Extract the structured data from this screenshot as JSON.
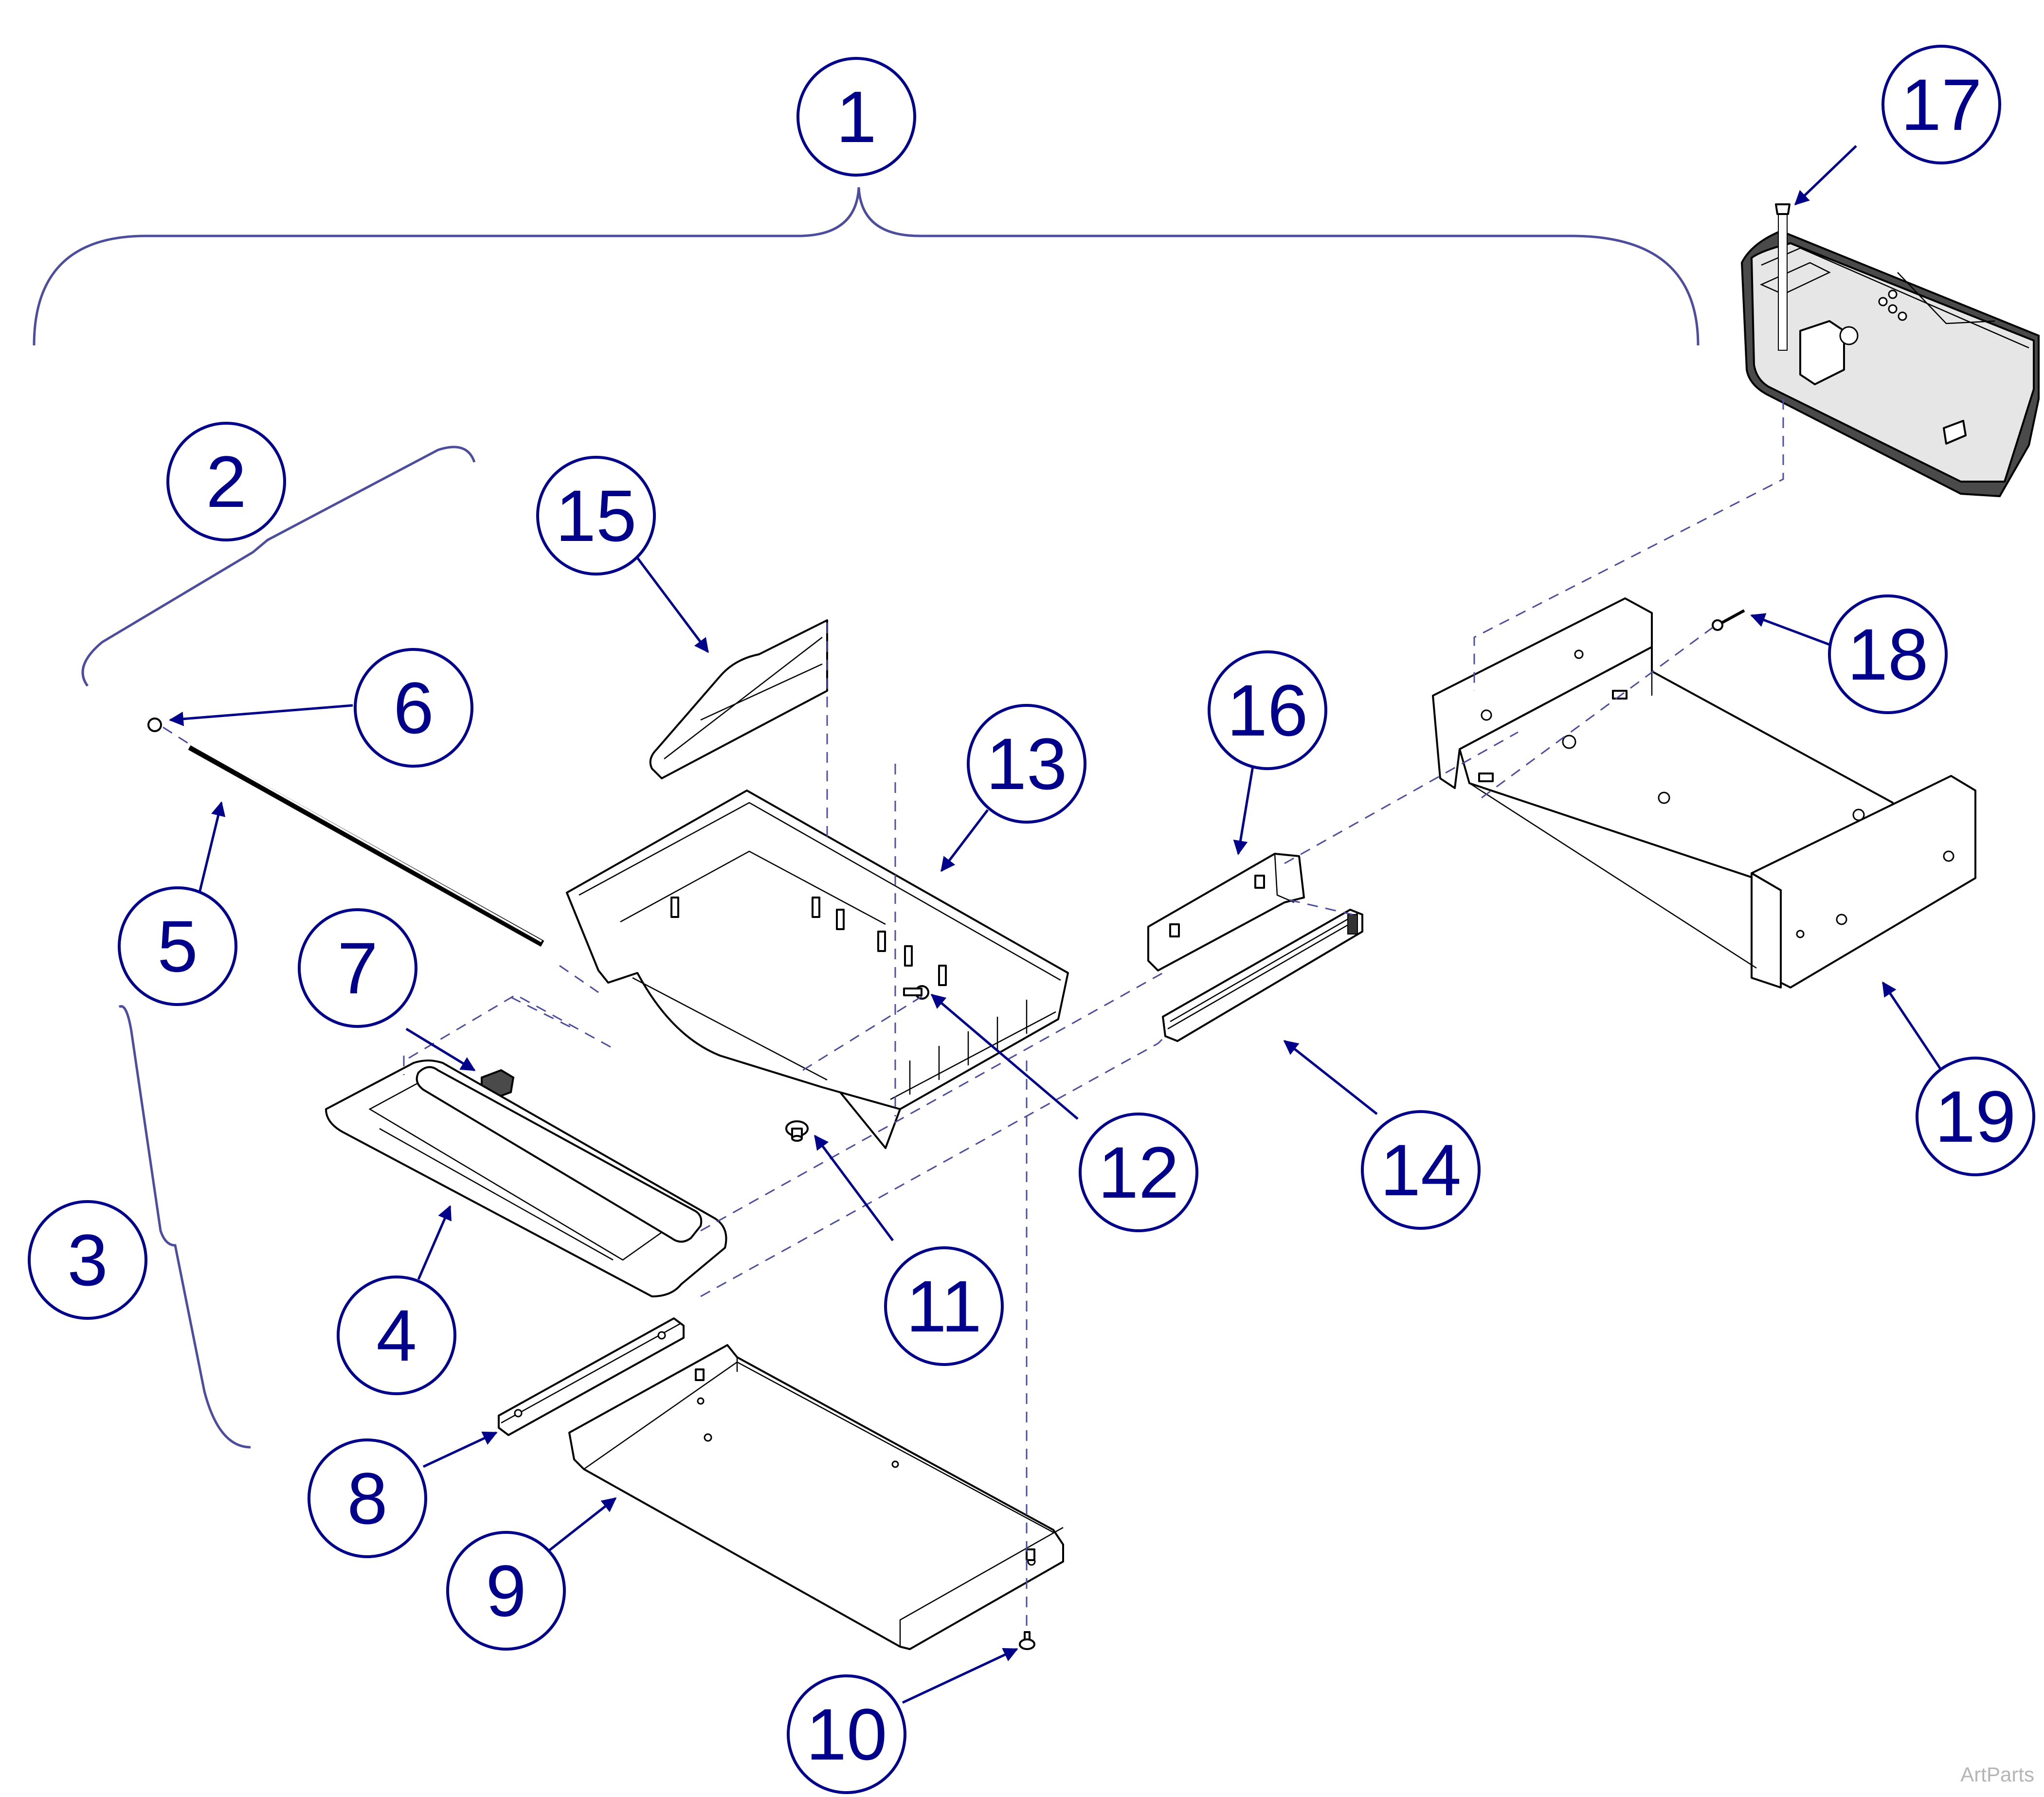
{
  "diagram": {
    "callouts": [
      {
        "id": "1",
        "label": "1"
      },
      {
        "id": "2",
        "label": "2"
      },
      {
        "id": "3",
        "label": "3"
      },
      {
        "id": "4",
        "label": "4"
      },
      {
        "id": "5",
        "label": "5"
      },
      {
        "id": "6",
        "label": "6"
      },
      {
        "id": "7",
        "label": "7"
      },
      {
        "id": "8",
        "label": "8"
      },
      {
        "id": "9",
        "label": "9"
      },
      {
        "id": "10",
        "label": "10"
      },
      {
        "id": "11",
        "label": "11"
      },
      {
        "id": "12",
        "label": "12"
      },
      {
        "id": "13",
        "label": "13"
      },
      {
        "id": "14",
        "label": "14"
      },
      {
        "id": "15",
        "label": "15"
      },
      {
        "id": "16",
        "label": "16"
      },
      {
        "id": "17",
        "label": "17"
      },
      {
        "id": "18",
        "label": "18"
      },
      {
        "id": "19",
        "label": "19"
      }
    ],
    "colors": {
      "callout": "#00008b",
      "bracket": "#4d4d9e",
      "line": "#000000"
    },
    "watermark": "ArtParts"
  }
}
